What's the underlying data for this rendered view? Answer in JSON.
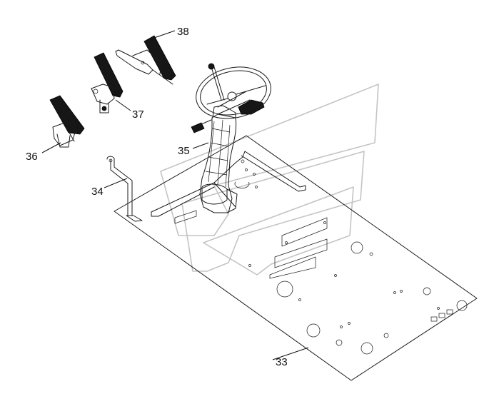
{
  "callouts": {
    "c33": "33",
    "c34": "34",
    "c35": "35",
    "c36": "36",
    "c37": "37",
    "c38": "38"
  },
  "colors": {
    "line": "#1a1a1a",
    "watermark": "#c4c4c4",
    "background": "#ffffff"
  }
}
